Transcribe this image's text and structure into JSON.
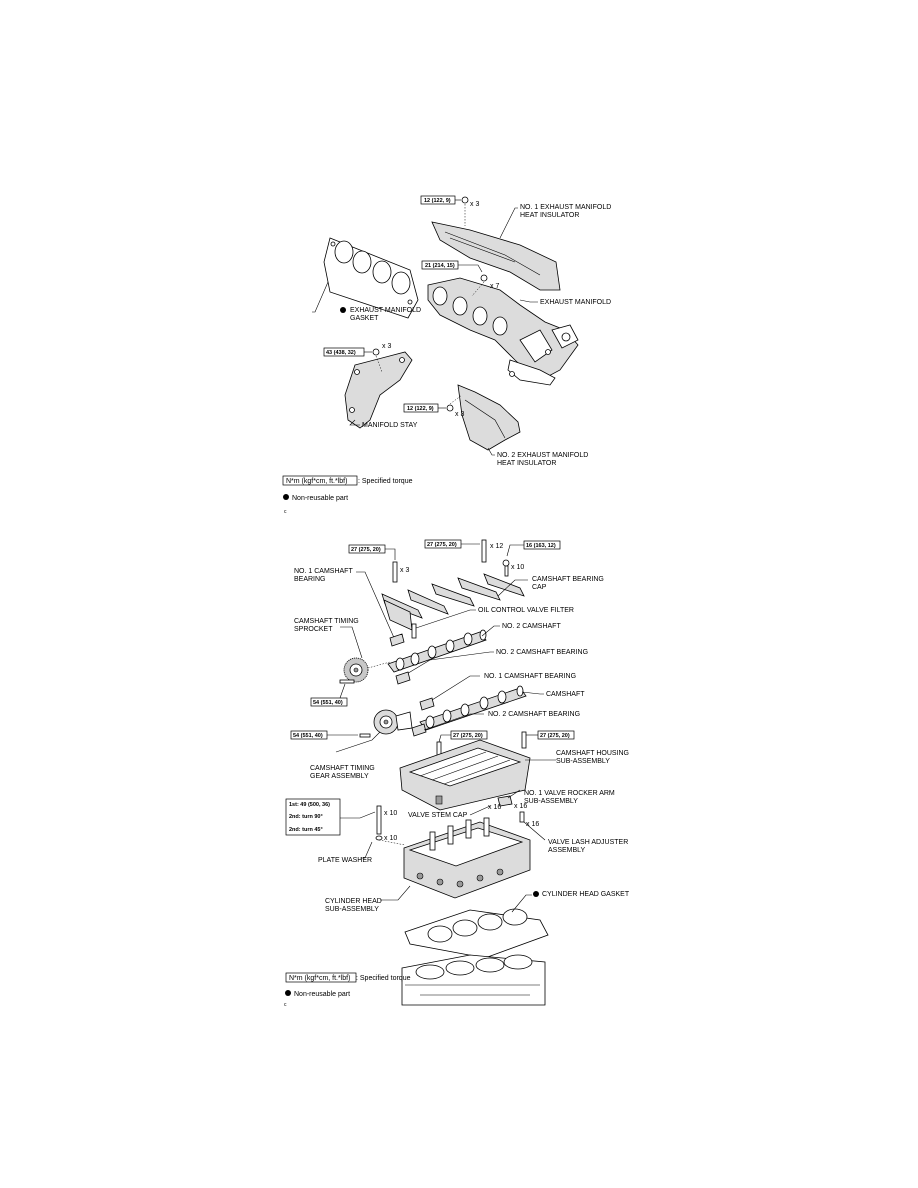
{
  "figure1": {
    "torque_bolts_heat_insulator_1": "12 (122, 9)",
    "qty_heat_insulator_1": "x 3",
    "label_heat_insulator_1_line1": "NO. 1 EXHAUST MANIFOLD",
    "label_heat_insulator_1_line2": "HEAT INSULATOR",
    "torque_nuts_manifold": "21 (214, 15)",
    "qty_nuts_manifold": "x 7",
    "label_exhaust_manifold": "EXHAUST MANIFOLD",
    "label_gasket_line1": "EXHAUST MANIFOLD",
    "label_gasket_line2": "GASKET",
    "torque_stay": "43 (438, 32)",
    "qty_stay": "x 3",
    "label_manifold_stay": "MANIFOLD STAY",
    "torque_heat_insulator_2": "12 (122, 9)",
    "qty_heat_insulator_2": "x 3",
    "label_heat_insulator_2_line1": "NO. 2 EXHAUST MANIFOLD",
    "label_heat_insulator_2_line2": "HEAT INSULATOR",
    "legend_torque_box": "N*m (kgf*cm, ft.*lbf)",
    "legend_torque_text": ": Specified torque",
    "legend_nonreusable": "Non-reusable part",
    "figure_code": "c"
  },
  "figure2": {
    "torque_cam_bearing_bolts": "27 (275, 20)",
    "qty_cam_bearing_bolts": "x 3",
    "torque_cap_bolts": "27 (275, 20)",
    "qty_cap_bolts": "x 12",
    "torque_cap_small": "16 (163, 12)",
    "qty_cap_small": "x 10",
    "label_no1_cam_bearing_top_line1": "NO. 1 CAMSHAFT",
    "label_no1_cam_bearing_top_line2": "BEARING",
    "label_cam_bearing_cap_line1": "CAMSHAFT BEARING",
    "label_cam_bearing_cap_line2": "CAP",
    "label_ocv_filter": "OIL CONTROL VALVE FILTER",
    "label_timing_sprocket_line1": "CAMSHAFT TIMING",
    "label_timing_sprocket_line2": "SPROCKET",
    "label_no2_camshaft": "NO. 2 CAMSHAFT",
    "label_no2_cam_bearing_a": "NO. 2 CAMSHAFT BEARING",
    "torque_sprocket": "54 (551, 40)",
    "label_no1_cam_bearing": "NO. 1 CAMSHAFT BEARING",
    "label_camshaft": "CAMSHAFT",
    "label_no2_cam_bearing_b": "NO. 2 CAMSHAFT BEARING",
    "torque_timing_gear": "54 (551, 40)",
    "torque_housing_a": "27 (275, 20)",
    "torque_housing_b": "27 (275, 20)",
    "label_timing_gear_line1": "CAMSHAFT TIMING",
    "label_timing_gear_line2": "GEAR ASSEMBLY",
    "label_housing_line1": "CAMSHAFT HOUSING",
    "label_housing_line2": "SUB-ASSEMBLY",
    "torque_head_step1": "1st: 49 (500, 36)",
    "torque_head_step2": "2nd: turn 90°",
    "torque_head_step3": "2nd: turn 45°",
    "qty_head_bolts": "x 10",
    "qty_plate_washer": "x 10",
    "label_rocker_line1": "NO. 1 VALVE ROCKER ARM",
    "label_rocker_line2": "SUB-ASSEMBLY",
    "qty_rocker": "x 16",
    "label_valve_stem_cap": "VALVE STEM CAP",
    "qty_valve_stem_cap": "x 16",
    "qty_lash_adjuster": "x 16",
    "label_lash_line1": "VALVE LASH ADJUSTER",
    "label_lash_line2": "ASSEMBLY",
    "label_plate_washer": "PLATE WASHER",
    "label_cyl_head_line1": "CYLINDER HEAD",
    "label_cyl_head_line2": "SUB-ASSEMBLY",
    "label_cyl_head_gasket": "CYLINDER HEAD GASKET",
    "legend_torque_box": "N*m (kgf*cm, ft.*lbf)",
    "legend_torque_text": ": Specified torque",
    "legend_nonreusable": "Non-reusable part",
    "figure_code": "c"
  }
}
